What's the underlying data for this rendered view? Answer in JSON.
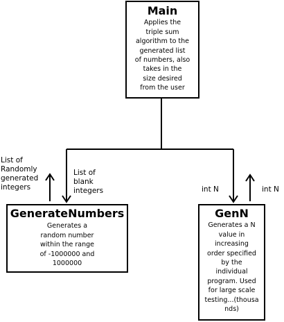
{
  "main_box": {
    "title": "Main",
    "description": "Applies the\ntriple sum\nalgorithm to the\ngenerated list\nof numbers, also\ntakes in the\nsize desired\nfrom the user"
  },
  "generate_numbers_box": {
    "title": "GenerateNumbers",
    "description": "Generates a\nrandom number\nwithin the range\nof -1000000 and\n1000000"
  },
  "gen_n_box": {
    "title": "GenN",
    "description": "Generates a N\nvalue in\nincreasing\norder specified\nby the\nindividual\nprogram. Used\nfor large scale\ntesting...(thousa\nnds)"
  },
  "labels": {
    "random_list": "List of\nRandomly\ngenerated\nintegers",
    "blank_list": "List of\nblank\nintegers",
    "int_n_down": "int N",
    "int_n_up": "int N"
  }
}
